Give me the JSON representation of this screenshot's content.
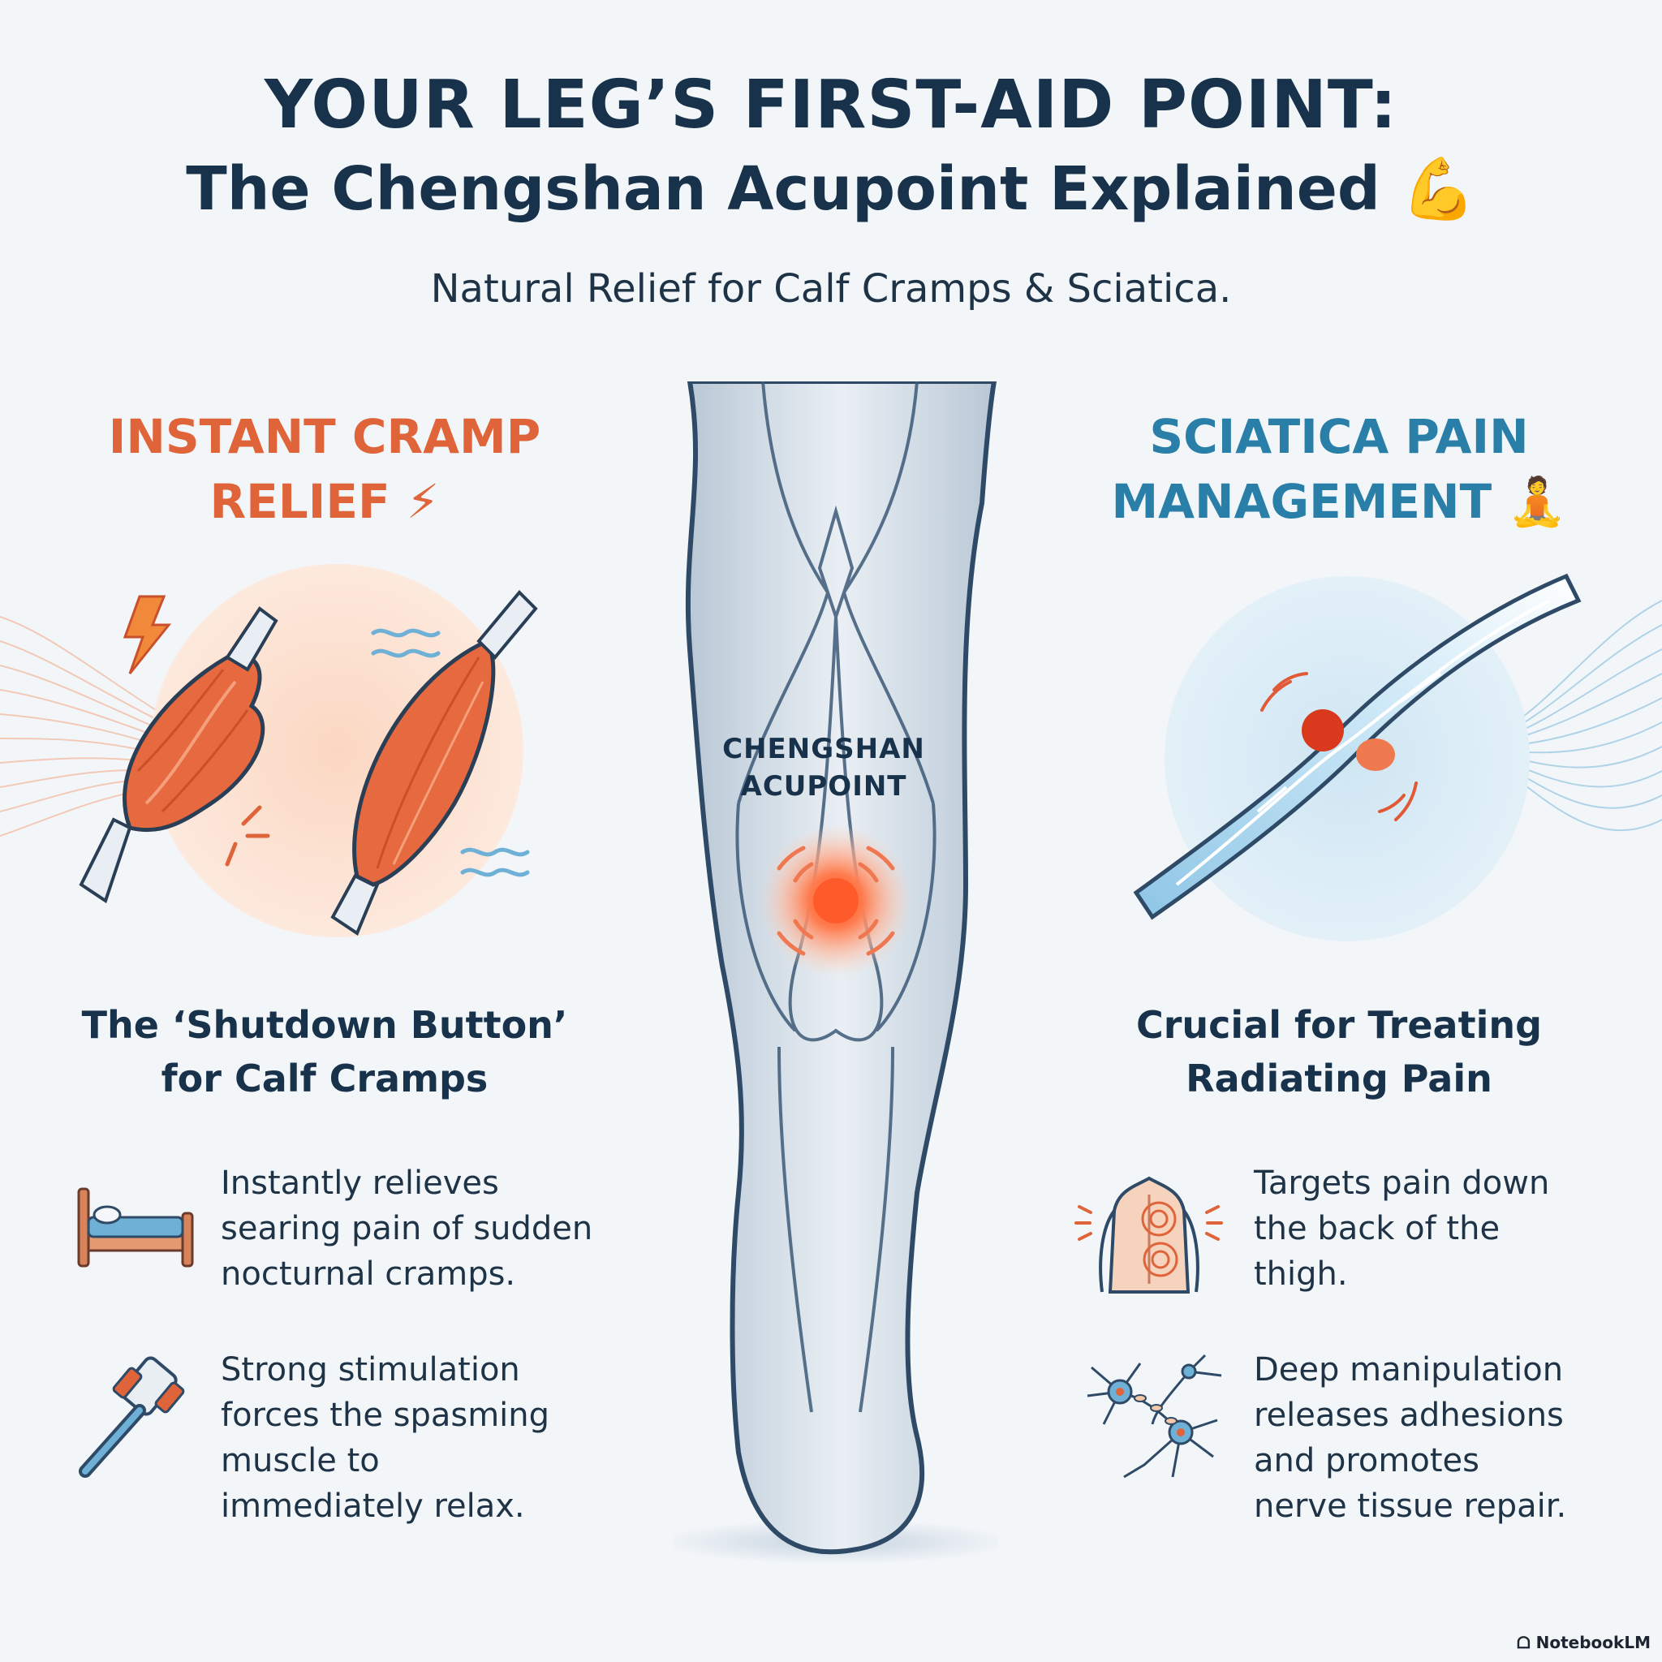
{
  "header": {
    "title_line1": "YOUR LEG’S FIRST-AID POINT:",
    "title_line2": "The Chengshan Acupoint Explained 💪",
    "subtitle": "Natural Relief for Calf Cramps & Sciatica."
  },
  "left": {
    "heading_line1": "INSTANT CRAMP",
    "heading_line2": "RELIEF ⚡",
    "subheading_line1": "The ‘Shutdown Button’",
    "subheading_line2": "for Calf Cramps",
    "bullets": [
      {
        "icon": "bed-icon",
        "lines": [
          "Instantly relieves",
          "searing pain of sudden",
          "nocturnal cramps."
        ]
      },
      {
        "icon": "reflex-hammer-icon",
        "lines": [
          "Strong stimulation",
          "forces the spasming",
          "muscle to",
          "immediately relax."
        ]
      }
    ]
  },
  "center": {
    "label_line1": "CHENGSHAN",
    "label_line2": "ACUPOINT"
  },
  "right": {
    "heading_line1": "SCIATICA PAIN",
    "heading_line2": "MANAGEMENT 🧘",
    "subheading_line1": "Crucial for Treating",
    "subheading_line2": "Radiating Pain",
    "bullets": [
      {
        "icon": "back-pain-icon",
        "lines": [
          "Targets pain down",
          "the back of the",
          "thigh."
        ]
      },
      {
        "icon": "nerve-cells-icon",
        "lines": [
          "Deep manipulation",
          "releases adhesions",
          "and promotes",
          "nerve tissue repair."
        ]
      }
    ]
  },
  "footer": {
    "badge": "NotebookLM"
  },
  "colors": {
    "navy": "#17324a",
    "orange": "#e0643a",
    "blue": "#2a7fa8",
    "muscle": "#e7693f"
  }
}
